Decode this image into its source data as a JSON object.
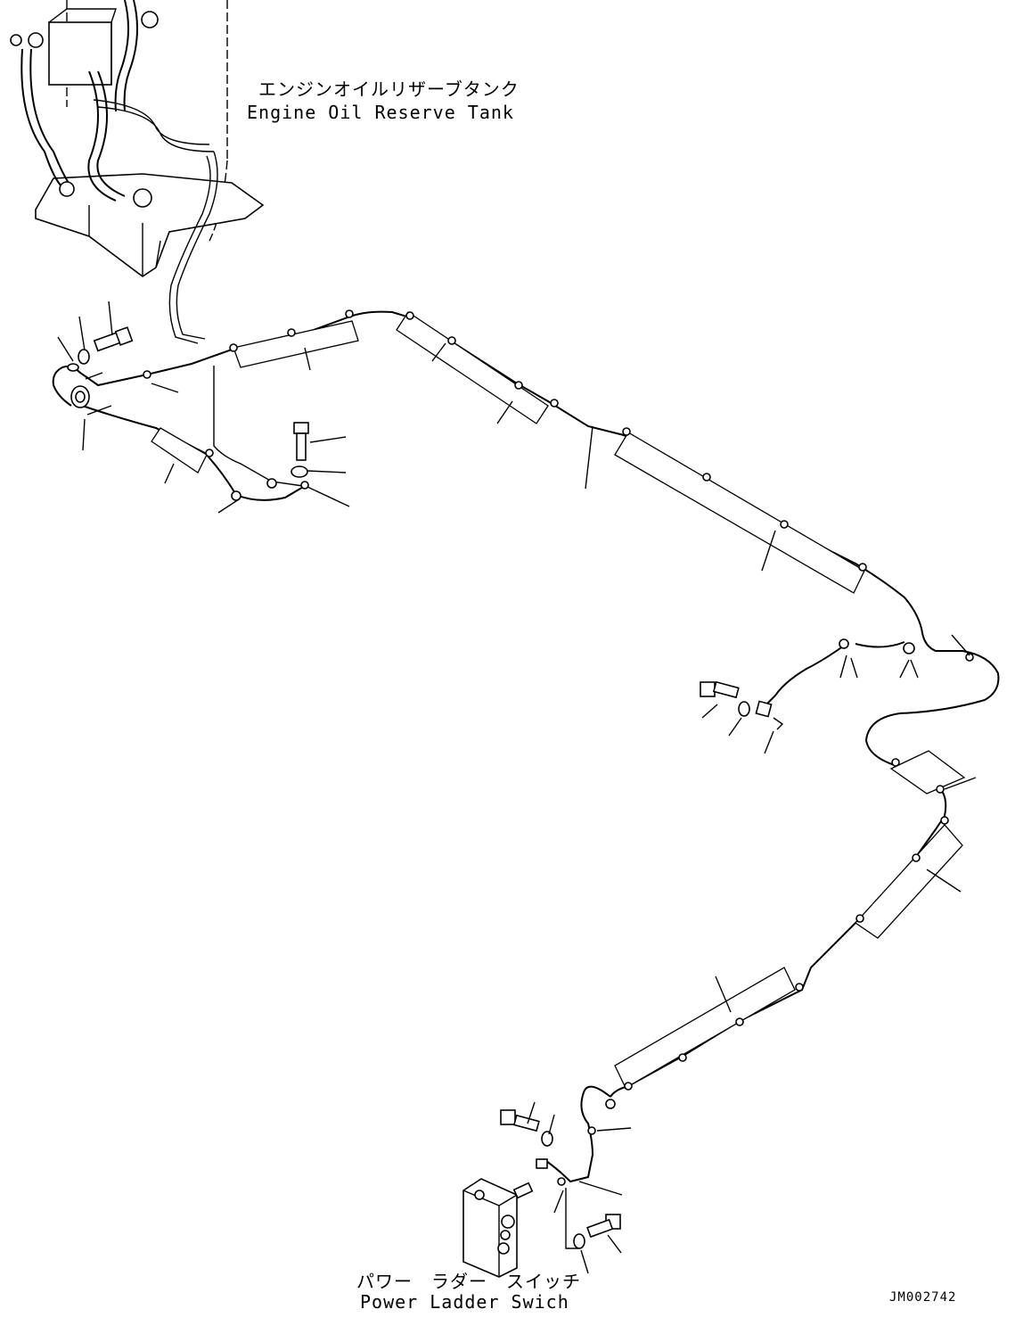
{
  "labels": {
    "engine_oil_tank_jp": "エンジンオイルリザーブタンク",
    "engine_oil_tank_en": "Engine Oil Reserve Tank",
    "power_ladder_switch_jp": "パワー　ラダー　スイッチ",
    "power_ladder_switch_en": "Power Ladder Swich",
    "drawing_code": "JM002742"
  }
}
